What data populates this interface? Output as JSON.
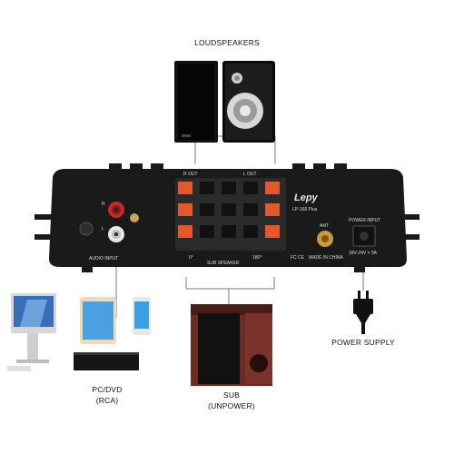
{
  "labels": {
    "loudspeakers": "LOUDSPEAKERS",
    "power_supply": "POWER SUPPLY",
    "source": "PC/DVD",
    "source_sub": "(RCA)",
    "sub": "SUB",
    "sub_sub": "(UNPOWER)"
  },
  "amp": {
    "brand": "Lepy",
    "model": "LP-168 Plus",
    "r_out": "R OUT",
    "l_out": "L OUT",
    "audio_input": "AUDIO INPUT",
    "sub_speaker": "SUB SPEAKER",
    "power_input": "POWER INPUT",
    "ant": "ANT",
    "voltage": "18V-24V = 3A",
    "made_in": "MADE IN CHINA",
    "phase_0": "0°",
    "phase_180": "180°",
    "ch_r": "R",
    "ch_l": "L",
    "fcc": "FC CE"
  },
  "colors": {
    "amp_body": "#1a1a1a",
    "terminal_red": "#e25a2c",
    "terminal_black": "#222222",
    "rca_red": "#c42a2a",
    "rca_white": "#e8e8e8",
    "antenna_gold": "#c99a3a",
    "sub_wood": "#6b2a22",
    "wire": "#777777"
  }
}
